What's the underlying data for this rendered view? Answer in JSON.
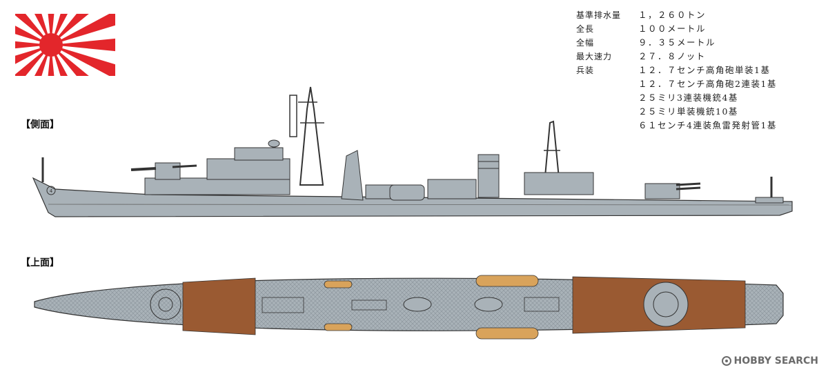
{
  "sections": {
    "side_label": "【側面】",
    "top_label": "【上面】"
  },
  "specs": [
    {
      "label": "基準排水量",
      "values": [
        "１，２６０トン"
      ]
    },
    {
      "label": "全長",
      "values": [
        "１００メートル"
      ]
    },
    {
      "label": "全幅",
      "values": [
        "９．３５メートル"
      ]
    },
    {
      "label": "最大速力",
      "values": [
        "２７．８ノット"
      ]
    },
    {
      "label": "兵装",
      "values": [
        "１２．７センチ高角砲単装1基",
        "１２．７センチ高角砲2連装1基",
        "２５ミリ3連装機銃4基",
        "２５ミリ単装機銃10基",
        "６１センチ4連装魚雷発射管1基"
      ]
    }
  ],
  "hull_number": "4",
  "watermark": "HOBBY SEARCH",
  "colors": {
    "flag_red": "#e3262b",
    "hull_gray": "#a9b2b8",
    "deck_brown": "#9a5a32",
    "boat_tan": "#d9a35b",
    "line": "#333333"
  }
}
